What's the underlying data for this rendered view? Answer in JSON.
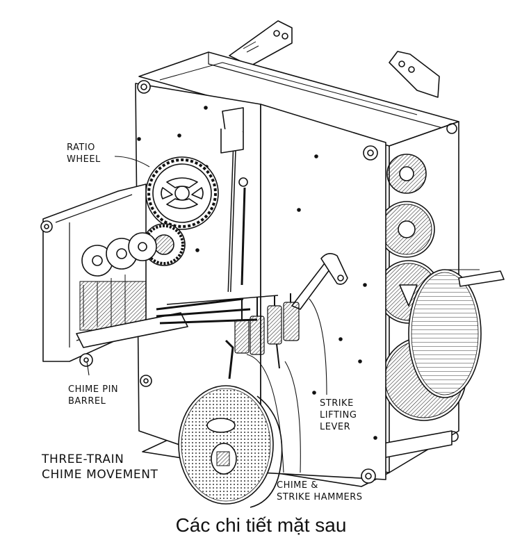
{
  "labels": {
    "ratio_wheel": "RATIO\nWHEEL",
    "chime_pin_barrel": "CHIME PIN\nBARREL",
    "strike_lifting_lever": "STRIKE\nLIFTING\nLEVER",
    "chime_strike_hammers": "CHIME &\nSTRIKE HAMMERS",
    "movement_title": "THREE-TRAIN\nCHIME MOVEMENT"
  },
  "caption": "Các chi tiết mặt sau",
  "colors": {
    "ink": "#111111",
    "paper": "#ffffff",
    "shade": "#d9d9d9"
  }
}
